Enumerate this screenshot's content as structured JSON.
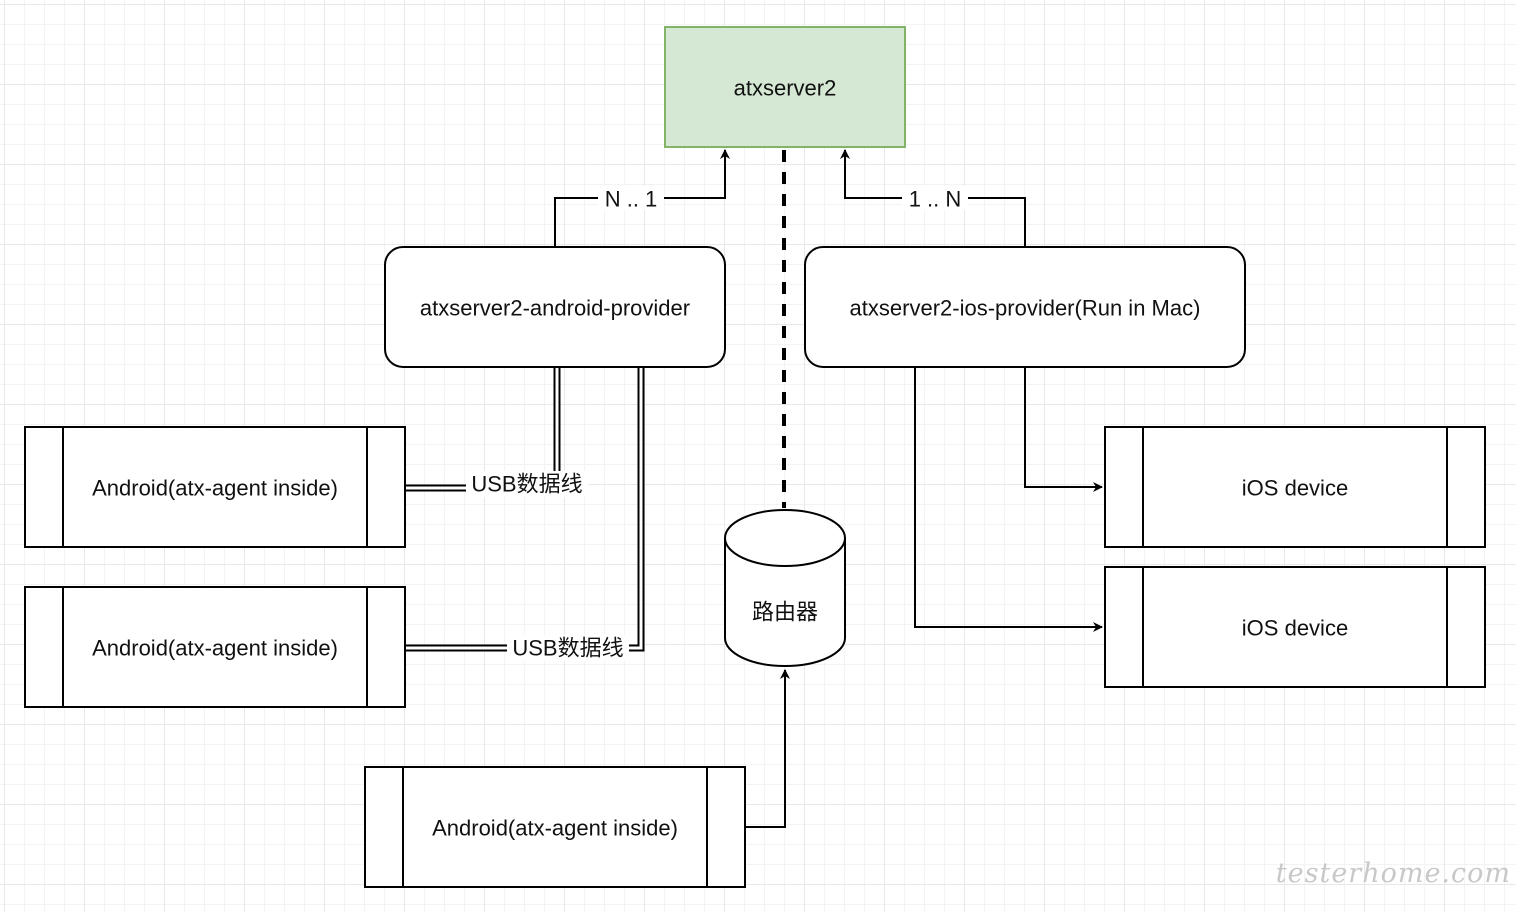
{
  "nodes": {
    "server": {
      "label": "atxserver2",
      "fill": "#d5e8d4",
      "stroke": "#82b366"
    },
    "android_provider": {
      "label": "atxserver2-android-provider"
    },
    "ios_provider": {
      "label": "atxserver2-ios-provider(Run in Mac)"
    },
    "android_device_1": {
      "label": "Android(atx-agent inside)"
    },
    "android_device_2": {
      "label": "Android(atx-agent inside)"
    },
    "android_device_3": {
      "label": "Android(atx-agent inside)"
    },
    "ios_device_1": {
      "label": "iOS device"
    },
    "ios_device_2": {
      "label": "iOS device"
    },
    "router": {
      "label": "路由器"
    }
  },
  "edges": {
    "android_to_server": {
      "label": "N .. 1"
    },
    "ios_to_server": {
      "label": "1 .. N"
    },
    "usb_1": {
      "label": "USB数据线"
    },
    "usb_2": {
      "label": "USB数据线"
    }
  },
  "watermark": {
    "text": "testerhome.com"
  }
}
